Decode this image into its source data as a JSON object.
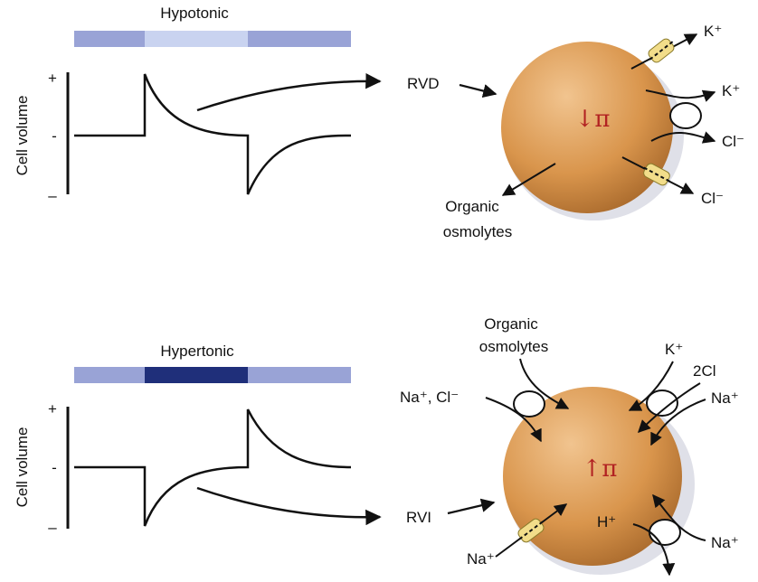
{
  "colors": {
    "bar_light": "#99a3d6",
    "bar_hypotonic": "#c9d3f0",
    "bar_hypertonic": "#1f2f7a",
    "sphere_light": "#f1c48f",
    "sphere_mid": "#d9954c",
    "sphere_dark": "#a7682b",
    "channel": "#f2dd8a",
    "pi_symbol": "#b22222"
  },
  "top_panel": {
    "condition": "Hypotonic",
    "axis_label": "Cell volume",
    "plus": "+",
    "mid": "-",
    "minus": "–",
    "response": "RVD",
    "cell_symbol": "↓π",
    "k_channel": "K⁺",
    "k_cotransport": "K⁺",
    "cl_cotransport": "Cl⁻",
    "cl_channel": "Cl⁻",
    "osmolytes_line1": "Organic",
    "osmolytes_line2": "osmolytes"
  },
  "bottom_panel": {
    "condition": "Hypertonic",
    "axis_label": "Cell volume",
    "plus": "+",
    "mid": "-",
    "minus": "–",
    "response": "RVI",
    "cell_symbol": "↑π",
    "osmolytes_line1": "Organic",
    "osmolytes_line2": "osmolytes",
    "na_cl": "Na⁺, Cl⁻",
    "k_label": "K⁺",
    "two_cl": "2Cl",
    "na_right": "Na⁺",
    "na_channel": "Na⁺",
    "h_label": "H⁺",
    "na_exchanger": "Na⁺"
  }
}
